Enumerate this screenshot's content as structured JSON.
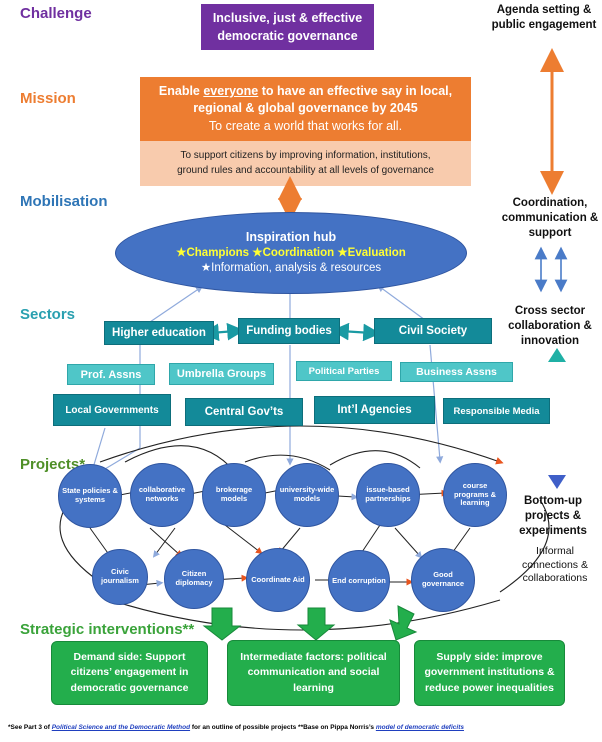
{
  "labels": {
    "challenge": "Challenge",
    "mission": "Mission",
    "mobilisation": "Mobilisation",
    "sectors": "Sectors",
    "projects": "Projects*",
    "strategic": "Strategic interventions**"
  },
  "challenge_box": {
    "line1": "Inclusive, just & effective",
    "line2": "democratic governance"
  },
  "mission_box": {
    "line1_pre": "Enable ",
    "line1_em": "everyone",
    "line1_post": " to have an effective say in local,",
    "line2": "regional & global governance by 2045",
    "line3": "To create a world that works for all."
  },
  "support_box": {
    "line1": "To support citizens by improving information, institutions,",
    "line2": "ground rules and accountability at all levels of governance"
  },
  "hub": {
    "title": "Inspiration hub",
    "champions": "★Champions",
    "coordination": "★Coordination",
    "evaluation": "★Evaluation",
    "info": "★Information, analysis & resources"
  },
  "sectors": {
    "higher_education": "Higher education",
    "funding_bodies": "Funding bodies",
    "civil_society": "Civil Society",
    "prof_assns": "Prof. Assns",
    "umbrella_groups": "Umbrella Groups",
    "political_parties": "Political Parties",
    "business_assns": "Business Assns",
    "local_governments": "Local Governments",
    "central_govts": "Central Gov’ts",
    "intl_agencies": "Int’l Agencies",
    "responsible_media": "Responsible Media"
  },
  "projects": {
    "state_policies": "State policies & systems",
    "collaborative_networks": "collaborative networks",
    "brokerage_models": "brokerage models",
    "university_wide": "university-wide models",
    "issue_based": "issue-based partnerships",
    "course_programs": "course programs & learning",
    "civic_journalism": "Civic journalism",
    "citizen_diplomacy": "Citizen diplomacy",
    "coordinate_aid": "Coordinate Aid",
    "end_corruption": "End corruption",
    "good_governance": "Good governance"
  },
  "interventions": {
    "demand": "Demand side: Support citizens’ engagement in democratic governance",
    "intermediate": "Intermediate factors: political communication and social learning",
    "supply": "Supply side: improve government institutions & reduce power inequalities"
  },
  "side": {
    "agenda": "Agenda setting & public engagement",
    "coordination": "Coordination, communication & support",
    "cross_sector": "Cross sector collaboration & innovation",
    "bottom_up": "Bottom-up projects & experiments",
    "informal": "Informal connections & collaborations"
  },
  "footer": {
    "part1": "*See Part 3 of ",
    "link1": "Political Science and the Democratic Method",
    "part2": " for an outline of possible projects **Base on Pippa Norris’s ",
    "link2": "model of democratic deficits"
  },
  "colors": {
    "challenge": "#7030a0",
    "mission": "#ed7d31",
    "mobilisation": "#2e75b6",
    "sectors": "#2aa0b0",
    "projects": "#4f8f28",
    "strategic": "#3aa33a",
    "hub": "#4472c4",
    "teal_dark": "#138a99",
    "teal_light": "#4fc6c8",
    "green": "#23ae4c"
  }
}
